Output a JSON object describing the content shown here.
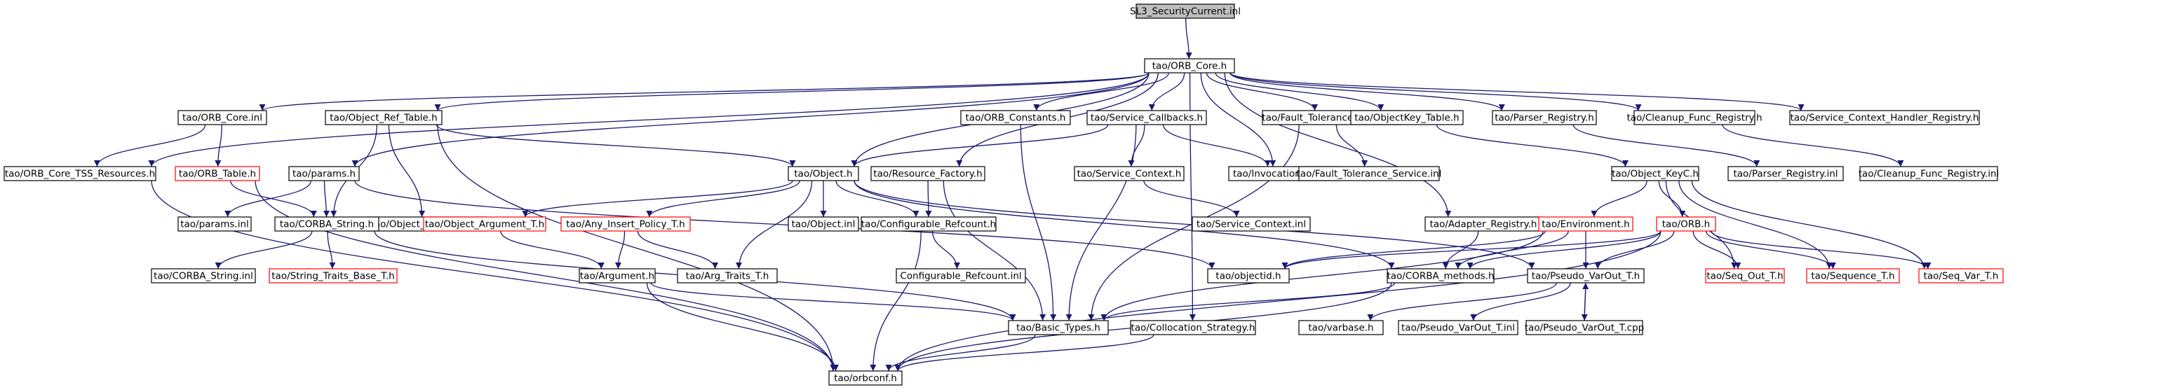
{
  "diagram": {
    "nodes": [
      {
        "id": "root",
        "label": "SL3_SecurityCurrent.inl",
        "style": "root"
      },
      {
        "id": "orb_core_h",
        "label": "tao/ORB_Core.h",
        "style": "normal"
      },
      {
        "id": "orb_core_inl",
        "label": "tao/ORB_Core.inl",
        "style": "normal"
      },
      {
        "id": "orb_core_tss",
        "label": "tao/ORB_Core_TSS_Resources.h",
        "style": "normal"
      },
      {
        "id": "orb_table",
        "label": "tao/ORB_Table.h",
        "style": "red"
      },
      {
        "id": "obj_ref_table",
        "label": "tao/Object_Ref_Table.h",
        "style": "normal"
      },
      {
        "id": "obj_ref_table_inl",
        "label": "tao/Object_Ref_Table.inl",
        "style": "normal"
      },
      {
        "id": "params_h",
        "label": "tao/params.h",
        "style": "normal"
      },
      {
        "id": "params_inl",
        "label": "tao/params.inl",
        "style": "normal"
      },
      {
        "id": "corba_string",
        "label": "tao/CORBA_String.h",
        "style": "normal"
      },
      {
        "id": "corba_string_inl",
        "label": "tao/CORBA_String.inl",
        "style": "normal"
      },
      {
        "id": "string_traits",
        "label": "tao/String_Traits_Base_T.h",
        "style": "red"
      },
      {
        "id": "orb_constants",
        "label": "tao/ORB_Constants.h",
        "style": "normal"
      },
      {
        "id": "object_h",
        "label": "tao/Object.h",
        "style": "normal"
      },
      {
        "id": "object_inl",
        "label": "tao/Object.inl",
        "style": "normal"
      },
      {
        "id": "obj_arg_t",
        "label": "tao/Object_Argument_T.h",
        "style": "red"
      },
      {
        "id": "any_insert",
        "label": "tao/Any_Insert_Policy_T.h",
        "style": "red"
      },
      {
        "id": "argument_h",
        "label": "tao/Argument.h",
        "style": "normal"
      },
      {
        "id": "arg_traits",
        "label": "tao/Arg_Traits_T.h",
        "style": "normal"
      },
      {
        "id": "resource_factory",
        "label": "tao/Resource_Factory.h",
        "style": "normal"
      },
      {
        "id": "config_refcount",
        "label": "tao/Configurable_Refcount.h",
        "style": "normal"
      },
      {
        "id": "config_refcount_inl",
        "label": "Configurable_Refcount.inl",
        "style": "normal"
      },
      {
        "id": "service_callbacks",
        "label": "tao/Service_Callbacks.h",
        "style": "normal"
      },
      {
        "id": "service_context",
        "label": "tao/Service_Context.h",
        "style": "normal"
      },
      {
        "id": "service_context_inl",
        "label": "tao/Service_Context.inl",
        "style": "normal"
      },
      {
        "id": "invocation_utils",
        "label": "tao/Invocation_Utils.h",
        "style": "normal"
      },
      {
        "id": "ft_service",
        "label": "tao/Fault_Tolerance_Service.h",
        "style": "normal"
      },
      {
        "id": "ft_service_inl",
        "label": "tao/Fault_Tolerance_Service.inl",
        "style": "normal"
      },
      {
        "id": "adapter_registry",
        "label": "tao/Adapter_Registry.h",
        "style": "normal"
      },
      {
        "id": "objectid",
        "label": "tao/objectid.h",
        "style": "normal"
      },
      {
        "id": "corba_methods",
        "label": "tao/CORBA_methods.h",
        "style": "normal"
      },
      {
        "id": "basic_types",
        "label": "tao/Basic_Types.h",
        "style": "normal"
      },
      {
        "id": "collocation",
        "label": "tao/Collocation_Strategy.h",
        "style": "normal"
      },
      {
        "id": "orbconf",
        "label": "tao/orbconf.h",
        "style": "normal"
      },
      {
        "id": "objectkey_table",
        "label": "tao/ObjectKey_Table.h",
        "style": "normal"
      },
      {
        "id": "object_keyc",
        "label": "tao/Object_KeyC.h",
        "style": "normal"
      },
      {
        "id": "environment",
        "label": "tao/Environment.h",
        "style": "red"
      },
      {
        "id": "orb_h",
        "label": "tao/ORB.h",
        "style": "red"
      },
      {
        "id": "pseudo_varout",
        "label": "tao/Pseudo_VarOut_T.h",
        "style": "normal"
      },
      {
        "id": "varbase",
        "label": "tao/varbase.h",
        "style": "normal"
      },
      {
        "id": "pseudo_varout_inl",
        "label": "tao/Pseudo_VarOut_T.inl",
        "style": "normal"
      },
      {
        "id": "pseudo_varout_cpp",
        "label": "tao/Pseudo_VarOut_T.cpp",
        "style": "normal"
      },
      {
        "id": "seq_out",
        "label": "tao/Seq_Out_T.h",
        "style": "red"
      },
      {
        "id": "sequence_t",
        "label": "tao/Sequence_T.h",
        "style": "red"
      },
      {
        "id": "seq_var",
        "label": "tao/Seq_Var_T.h",
        "style": "red"
      },
      {
        "id": "parser_registry",
        "label": "tao/Parser_Registry.h",
        "style": "normal"
      },
      {
        "id": "parser_registry_inl",
        "label": "tao/Parser_Registry.inl",
        "style": "normal"
      },
      {
        "id": "cleanup_func",
        "label": "tao/Cleanup_Func_Registry.h",
        "style": "normal"
      },
      {
        "id": "cleanup_func_inl",
        "label": "tao/Cleanup_Func_Registry.inl",
        "style": "normal"
      },
      {
        "id": "sc_handler",
        "label": "tao/Service_Context_Handler_Registry.h",
        "style": "normal"
      }
    ],
    "edges": [
      [
        "root",
        "orb_core_h"
      ],
      [
        "orb_core_h",
        "orb_core_inl"
      ],
      [
        "orb_core_h",
        "orb_core_tss"
      ],
      [
        "orb_core_h",
        "obj_ref_table"
      ],
      [
        "orb_core_h",
        "params_h"
      ],
      [
        "orb_core_h",
        "orb_constants"
      ],
      [
        "orb_core_h",
        "object_h"
      ],
      [
        "orb_core_h",
        "resource_factory"
      ],
      [
        "orb_core_h",
        "service_callbacks"
      ],
      [
        "orb_core_h",
        "invocation_utils"
      ],
      [
        "orb_core_h",
        "ft_service"
      ],
      [
        "orb_core_h",
        "collocation"
      ],
      [
        "orb_core_h",
        "adapter_registry"
      ],
      [
        "orb_core_h",
        "objectkey_table"
      ],
      [
        "orb_core_h",
        "parser_registry"
      ],
      [
        "orb_core_h",
        "cleanup_func"
      ],
      [
        "orb_core_h",
        "sc_handler"
      ],
      [
        "orb_core_inl",
        "orb_core_tss"
      ],
      [
        "orb_core_inl",
        "orb_table"
      ],
      [
        "orb_core_tss",
        "orbconf"
      ],
      [
        "orb_table",
        "corba_string"
      ],
      [
        "orb_table",
        "orbconf"
      ],
      [
        "obj_ref_table",
        "obj_ref_table_inl"
      ],
      [
        "obj_ref_table",
        "object_h"
      ],
      [
        "obj_ref_table",
        "corba_string"
      ],
      [
        "obj_ref_table",
        "orbconf"
      ],
      [
        "params_h",
        "params_inl"
      ],
      [
        "params_h",
        "corba_string"
      ],
      [
        "params_h",
        "objectid"
      ],
      [
        "corba_string",
        "corba_string_inl"
      ],
      [
        "corba_string",
        "string_traits"
      ],
      [
        "corba_string",
        "basic_types"
      ],
      [
        "orb_constants",
        "basic_types"
      ],
      [
        "object_h",
        "object_inl"
      ],
      [
        "object_h",
        "obj_arg_t"
      ],
      [
        "object_h",
        "any_insert"
      ],
      [
        "object_h",
        "arg_traits"
      ],
      [
        "object_h",
        "config_refcount"
      ],
      [
        "object_h",
        "corba_methods"
      ],
      [
        "object_h",
        "pseudo_varout"
      ],
      [
        "obj_arg_t",
        "argument_h"
      ],
      [
        "any_insert",
        "argument_h"
      ],
      [
        "any_insert",
        "arg_traits"
      ],
      [
        "argument_h",
        "basic_types"
      ],
      [
        "argument_h",
        "orbconf"
      ],
      [
        "resource_factory",
        "config_refcount"
      ],
      [
        "resource_factory",
        "basic_types"
      ],
      [
        "config_refcount",
        "config_refcount_inl"
      ],
      [
        "config_refcount",
        "orbconf"
      ],
      [
        "service_callbacks",
        "object_h"
      ],
      [
        "service_callbacks",
        "service_context"
      ],
      [
        "service_callbacks",
        "invocation_utils"
      ],
      [
        "service_callbacks",
        "basic_types"
      ],
      [
        "service_context",
        "service_context_inl"
      ],
      [
        "ft_service",
        "ft_service_inl"
      ],
      [
        "ft_service",
        "basic_types"
      ],
      [
        "adapter_registry",
        "corba_methods"
      ],
      [
        "corba_methods",
        "basic_types"
      ],
      [
        "corba_methods",
        "orbconf"
      ],
      [
        "basic_types",
        "orbconf"
      ],
      [
        "collocation",
        "orbconf"
      ],
      [
        "objectkey_table",
        "object_keyc"
      ],
      [
        "object_keyc",
        "environment"
      ],
      [
        "object_keyc",
        "orb_h"
      ],
      [
        "object_keyc",
        "seq_out"
      ],
      [
        "object_keyc",
        "sequence_t"
      ],
      [
        "object_keyc",
        "seq_var"
      ],
      [
        "environment",
        "objectid"
      ],
      [
        "environment",
        "corba_methods"
      ],
      [
        "environment",
        "pseudo_varout"
      ],
      [
        "environment",
        "basic_types"
      ],
      [
        "orb_h",
        "objectid"
      ],
      [
        "orb_h",
        "corba_methods"
      ],
      [
        "orb_h",
        "pseudo_varout"
      ],
      [
        "orb_h",
        "seq_out"
      ],
      [
        "orb_h",
        "sequence_t"
      ],
      [
        "orb_h",
        "seq_var"
      ],
      [
        "orb_h",
        "orbconf"
      ],
      [
        "pseudo_varout",
        "varbase"
      ],
      [
        "pseudo_varout",
        "pseudo_varout_inl"
      ],
      [
        "pseudo_varout",
        "pseudo_varout_cpp"
      ],
      [
        "pseudo_varout_cpp",
        "pseudo_varout"
      ],
      [
        "parser_registry",
        "parser_registry_inl"
      ],
      [
        "cleanup_func",
        "cleanup_func_inl"
      ]
    ]
  },
  "colors": {
    "edge": "#191970",
    "node_border": "#000000",
    "node_border_incomplete": "#ff0000",
    "root_fill": "#bfbfbf"
  }
}
